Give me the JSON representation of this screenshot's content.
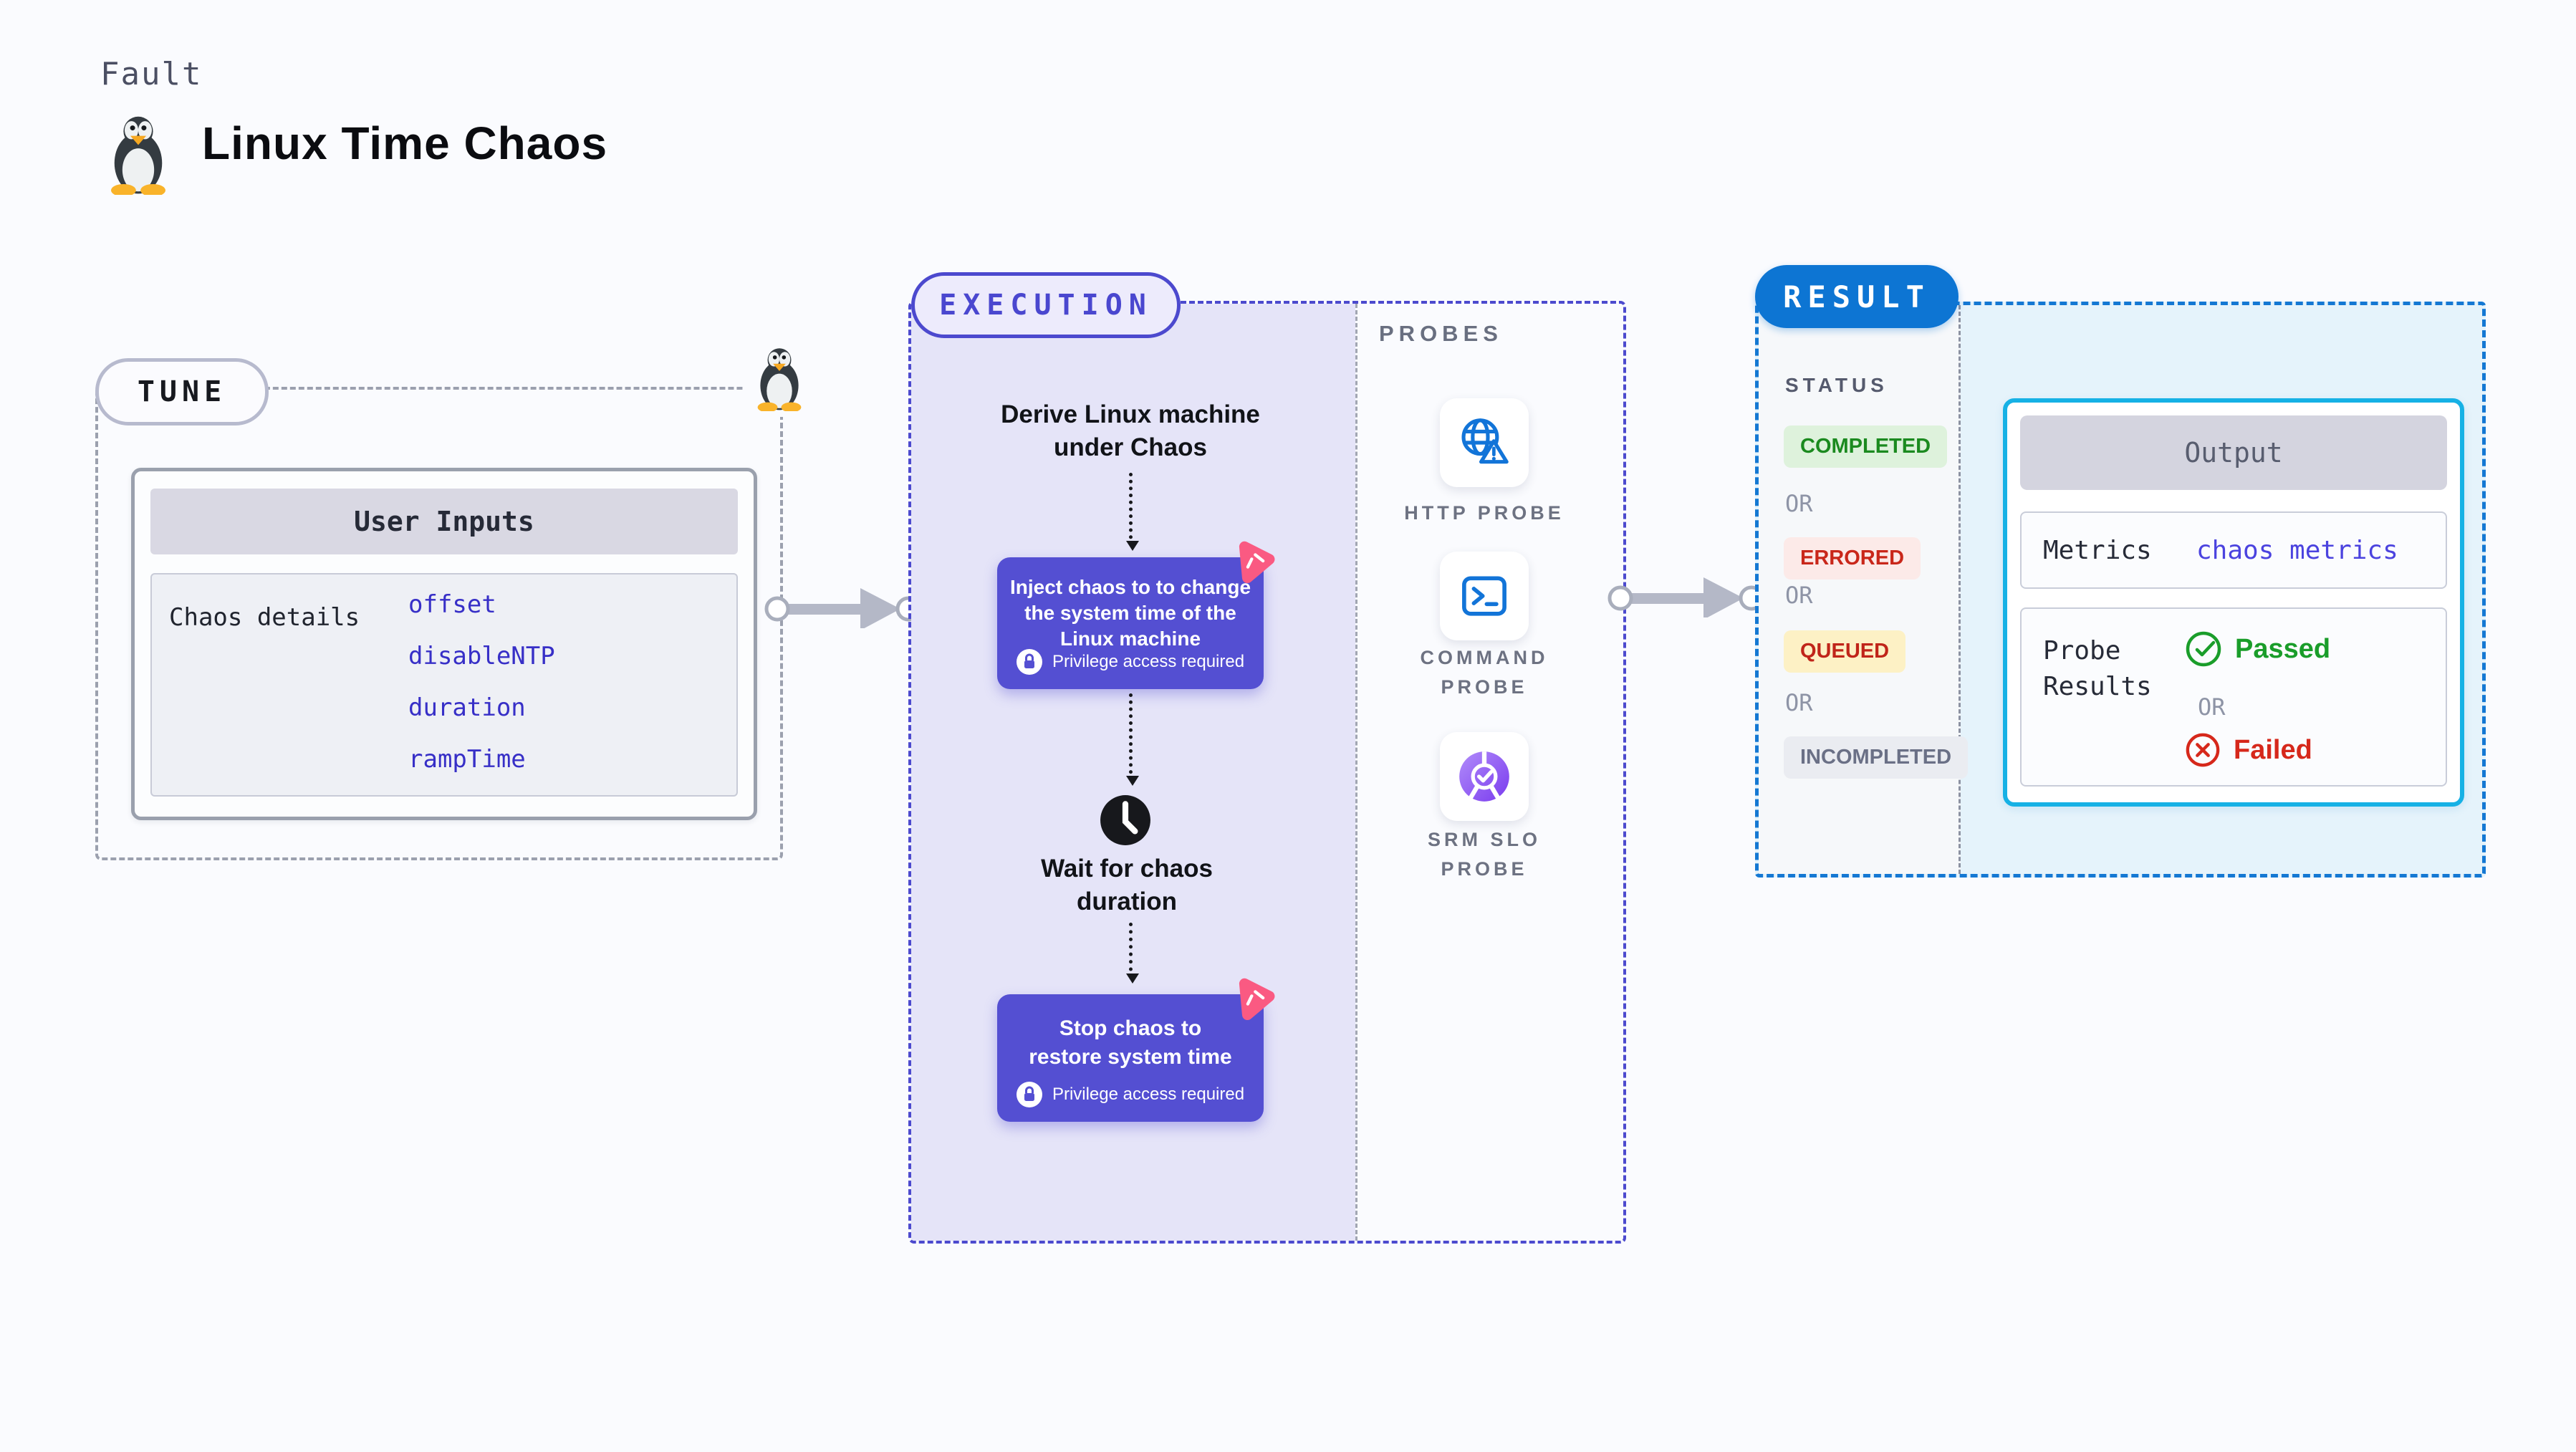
{
  "page": {
    "kicker": "Fault",
    "title": "Linux Time Chaos"
  },
  "tune": {
    "label": "TUNE",
    "card_title": "User Inputs",
    "row_label": "Chaos details",
    "params": [
      "offset",
      "disableNTP",
      "duration",
      "rampTime"
    ]
  },
  "execution": {
    "label": "EXECUTION",
    "derive_lines": [
      "Derive Linux machine",
      "under Chaos"
    ],
    "inject_lines": [
      "Inject chaos to to change",
      "the system time of the",
      "Linux machine"
    ],
    "privilege_note": "Privilege access required",
    "wait_lines": [
      "Wait for chaos",
      "duration"
    ],
    "stop_lines": [
      "Stop chaos to",
      "restore system time"
    ]
  },
  "probes": {
    "label": "PROBES",
    "items": [
      {
        "name": "HTTP PROBE",
        "lines": [
          "HTTP PROBE"
        ],
        "icon": "http-globe-alert-icon"
      },
      {
        "name": "COMMAND PROBE",
        "lines": [
          "COMMAND",
          "PROBE"
        ],
        "icon": "terminal-icon"
      },
      {
        "name": "SRM SLO PROBE",
        "lines": [
          "SRM SLO",
          "PROBE"
        ],
        "icon": "slo-donut-check-icon"
      }
    ]
  },
  "result": {
    "label": "RESULT",
    "status_label": "STATUS",
    "or_label": "OR",
    "statuses": [
      {
        "label": "COMPLETED",
        "fg": "#1b8a1f",
        "bg": "#def2dc"
      },
      {
        "label": "ERRORED",
        "fg": "#c9271a",
        "bg": "#fceae8"
      },
      {
        "label": "QUEUED",
        "fg": "#c02519",
        "bg": "#fdf1c5"
      },
      {
        "label": "INCOMPLETED",
        "fg": "#6a7086",
        "bg": "#eaecf1"
      }
    ],
    "output": {
      "title": "Output",
      "metrics_label": "Metrics",
      "metrics_value": "chaos metrics",
      "probe_results_lines": [
        "Probe",
        "Results"
      ],
      "passed": "Passed",
      "failed": "Failed"
    }
  },
  "colors": {
    "page_bg": "#fafbfe",
    "accent_indigo": "#4c49ce",
    "box_purple": "#544fd2",
    "lavender_bg": "#e5e4f8",
    "result_blue": "#0d75d3",
    "result_area_bg": "#e5f3fb",
    "output_border_cyan": "#16b1e5",
    "param_indigo": "#372fc7",
    "metrics_value_indigo": "#4b43df",
    "success_green": "#1a9d2a",
    "error_red": "#d6281b",
    "pink_badge": "#fa5a82",
    "probe_icon_blue": "#1274d8",
    "srm_purple": "#7a3bee",
    "connector_grey": "#b4b8c7"
  }
}
